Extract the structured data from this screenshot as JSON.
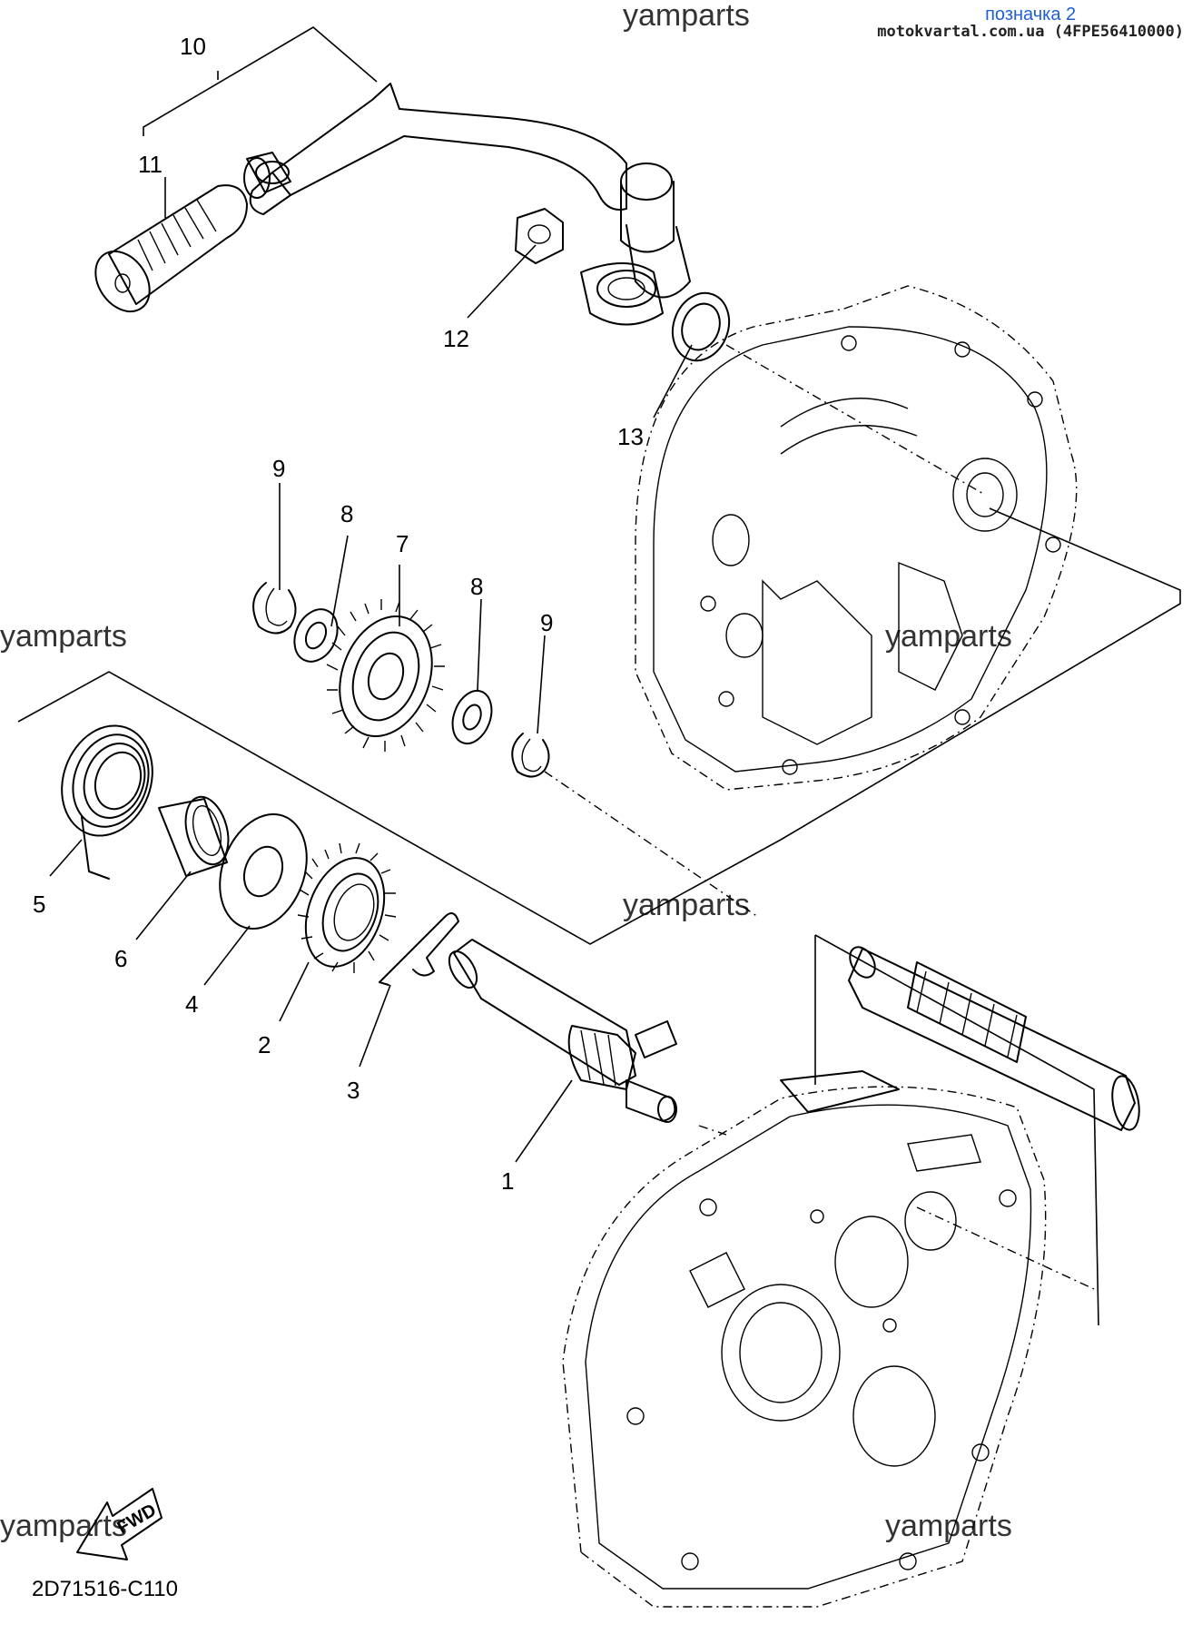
{
  "watermarks": [
    "yamparts",
    "yamparts",
    "yamparts",
    "yamparts",
    "yamparts",
    "yamparts"
  ],
  "header": {
    "link_label": "позначка 2",
    "source_line": "motokvartal.com.ua (4FPE56410000)"
  },
  "callouts": [
    "10",
    "11",
    "12",
    "13",
    "9",
    "8",
    "7",
    "8",
    "9",
    "5",
    "6",
    "4",
    "2",
    "3",
    "1"
  ],
  "fwd_arrow_label": "FWD",
  "diagram_code": "2D71516-C110"
}
